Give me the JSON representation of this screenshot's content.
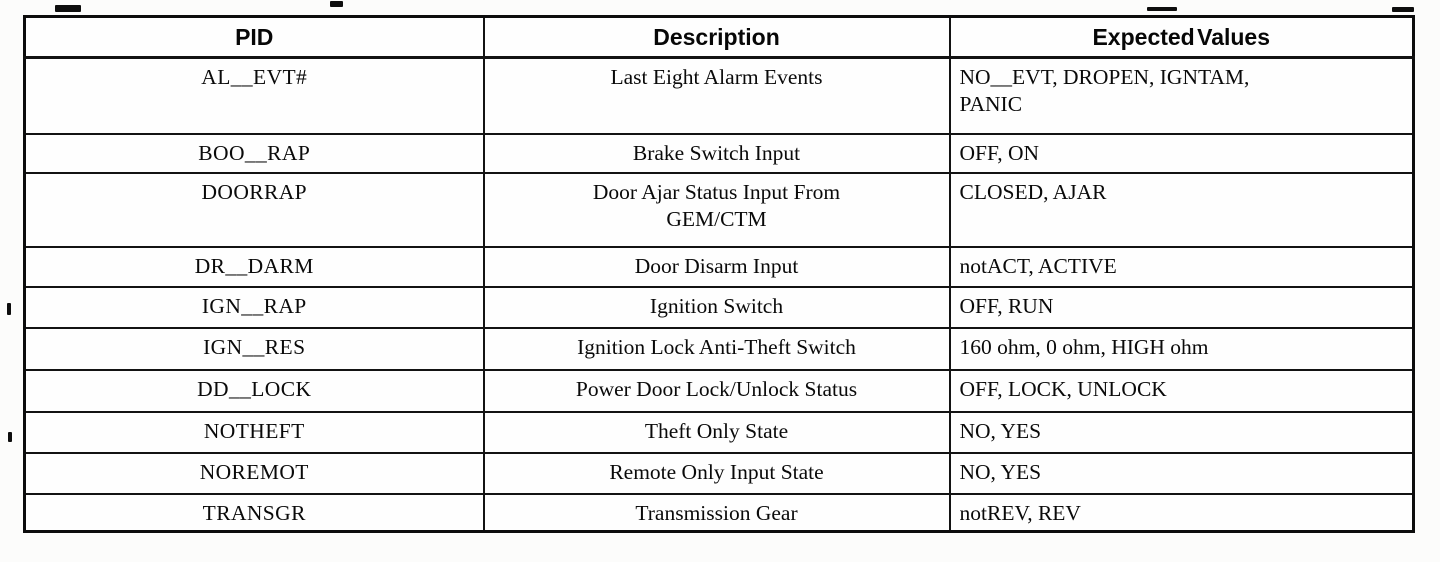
{
  "table": {
    "columns": [
      {
        "label": "PID"
      },
      {
        "label": "Description"
      },
      {
        "label": "Expected Values"
      }
    ],
    "rows": [
      {
        "pid": "AL__EVT#",
        "description": "Last Eight Alarm Events",
        "expected": "NO__EVT, DROPEN, IGNTAM,\nPANIC"
      },
      {
        "pid": "BOO__RAP",
        "description": "Brake Switch Input",
        "expected": "OFF, ON"
      },
      {
        "pid": "DOORRAP",
        "description": "Door Ajar Status Input From\nGEM/CTM",
        "expected": "CLOSED, AJAR"
      },
      {
        "pid": "DR__DARM",
        "description": "Door Disarm Input",
        "expected": "notACT, ACTIVE"
      },
      {
        "pid": "IGN__RAP",
        "description": "Ignition Switch",
        "expected": "OFF, RUN"
      },
      {
        "pid": "IGN__RES",
        "description": "Ignition Lock Anti-Theft Switch",
        "expected": "160 ohm, 0 ohm, HIGH ohm"
      },
      {
        "pid": "DD__LOCK",
        "description": "Power Door Lock/Unlock Status",
        "expected": "OFF, LOCK, UNLOCK"
      },
      {
        "pid": "NOTHEFT",
        "description": "Theft Only State",
        "expected": "NO, YES"
      },
      {
        "pid": "NOREMOT",
        "description": "Remote Only Input State",
        "expected": "NO, YES"
      },
      {
        "pid": "TRANSGR",
        "description": "Transmission Gear",
        "expected": "notREV, REV"
      }
    ],
    "ink_color": "#0a0a0a",
    "paper_color": "#fcfcfb"
  }
}
